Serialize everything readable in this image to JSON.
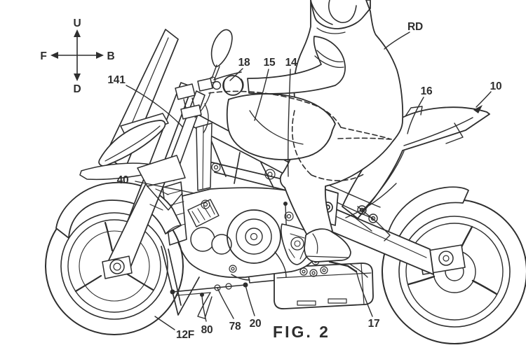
{
  "figure": {
    "caption": "FIG. 2"
  },
  "compass": {
    "up": "U",
    "down": "D",
    "front": "F",
    "back": "B"
  },
  "refs": {
    "r141": "141",
    "r18": "18",
    "r15": "15",
    "r14": "14",
    "rd": "RD",
    "r16": "16",
    "r10": "10",
    "r40": "40",
    "r12f": "12F",
    "r80": "80",
    "r78": "78",
    "r20": "20",
    "r17": "17"
  },
  "colors": {
    "ink": "#2e2e2e",
    "background": "#ffffff"
  }
}
